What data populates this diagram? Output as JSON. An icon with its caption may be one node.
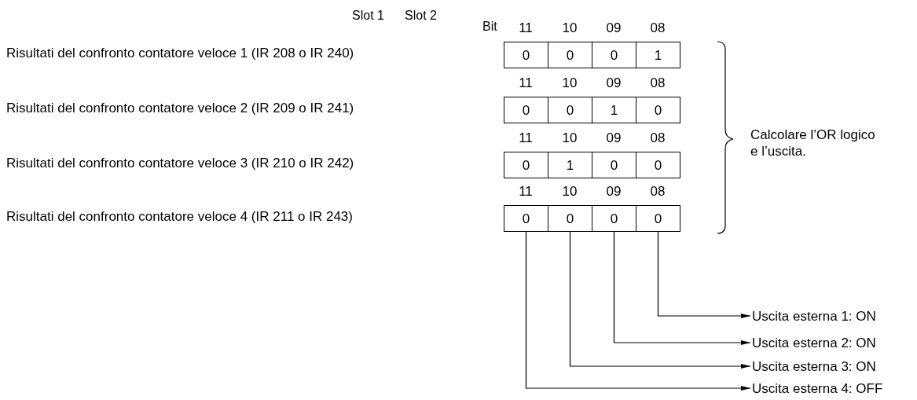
{
  "diagram": {
    "nodes": [
      {
        "text": [
          "0"
        ]
      },
      {
        "text": [
          "0"
        ]
      },
      {
        "text": [
          "0"
        ]
      },
      {
        "text": [
          "1"
        ]
      },
      {
        "text": [
          "0"
        ]
      },
      {
        "text": [
          "0"
        ]
      },
      {
        "text": [
          "1"
        ]
      },
      {
        "text": [
          "0"
        ]
      },
      {
        "text": [
          "0"
        ]
      },
      {
        "text": [
          "1"
        ]
      },
      {
        "text": [
          "0"
        ]
      },
      {
        "text": [
          "0"
        ]
      },
      {
        "text": [
          "0"
        ]
      },
      {
        "text": [
          "0"
        ]
      },
      {
        "text": [
          "0"
        ]
      },
      {
        "text": [
          "0"
        ]
      },
      {
        "text": [
          "Uscita esterna 1: ON"
        ]
      },
      {
        "text": [
          "Uscita esterna 2: ON"
        ]
      },
      {
        "text": [
          "Uscita esterna 3: ON"
        ]
      },
      {
        "text": [
          "Uscita esterna 4: OFF"
        ]
      }
    ],
    "edges": [
      {
        "from": 15,
        "to": 16,
        "arrow": "to"
      },
      {
        "from": 14,
        "to": 17,
        "arrow": "to"
      },
      {
        "from": 13,
        "to": 18,
        "arrow": "to"
      },
      {
        "from": 12,
        "to": 19,
        "arrow": "to"
      }
    ],
    "labels": [
      "Slot 1",
      "Slot 2",
      "Bit",
      "11",
      "10",
      "09",
      "08",
      "Risultati del confronto contatore veloce 1 (IR 208 o IR 240)",
      "11",
      "10",
      "09",
      "08",
      "Risultati del confronto contatore veloce 2 (IR 209 o IR 241)",
      "11",
      "10",
      "09",
      "08",
      "Risultati del confronto contatore veloce 3 (IR 210 o IR 242)",
      "11",
      "10",
      "09",
      "08",
      "Risultati del confronto contatore veloce 4 (IR 211 o IR 243)",
      "Calcolare l’OR logico e l’uscita."
    ]
  }
}
